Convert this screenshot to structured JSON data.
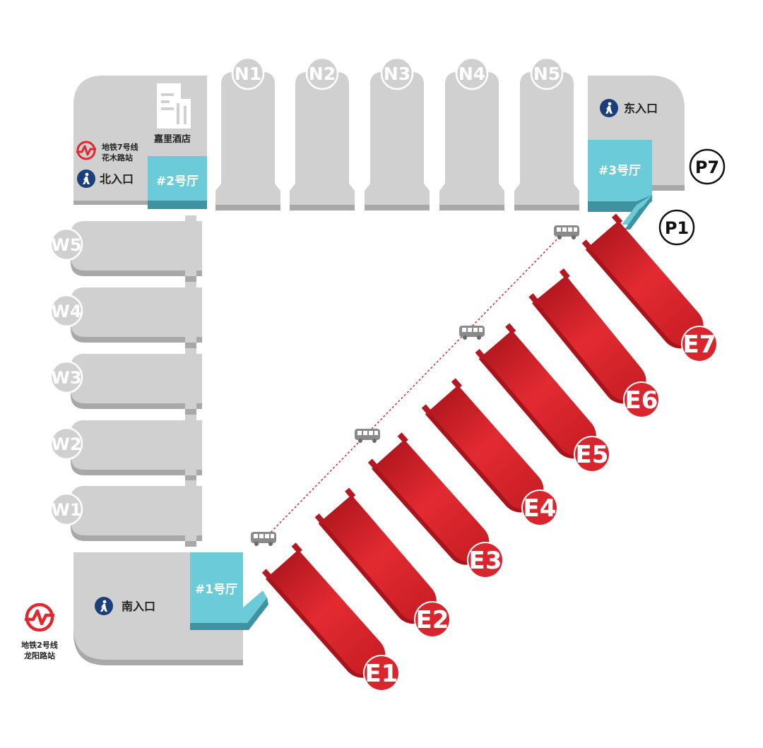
{
  "north_halls": [
    {
      "label": "N1"
    },
    {
      "label": "N2"
    },
    {
      "label": "N3"
    },
    {
      "label": "N4"
    },
    {
      "label": "N5"
    }
  ],
  "west_halls": [
    {
      "label": "W5"
    },
    {
      "label": "W4"
    },
    {
      "label": "W3"
    },
    {
      "label": "W2"
    },
    {
      "label": "W1"
    }
  ],
  "east_halls": [
    {
      "label": "E1"
    },
    {
      "label": "E2"
    },
    {
      "label": "E3"
    },
    {
      "label": "E4"
    },
    {
      "label": "E5"
    },
    {
      "label": "E6"
    },
    {
      "label": "E7"
    }
  ],
  "lobbies": {
    "hall1": "#1号厅",
    "hall2": "#2号厅",
    "hall3": "#3号厅"
  },
  "entrances": {
    "north": "北入口",
    "east": "东入口",
    "south": "南入口"
  },
  "hotel": {
    "label": "嘉里酒店",
    "icon": "building-icon"
  },
  "metro": {
    "line7": {
      "line1": "地铁7号线",
      "line2": "花木路站",
      "icon": "metro-logo-icon"
    },
    "line2": {
      "line1": "地铁2号线",
      "line2": "龙阳路站",
      "icon": "metro-logo-icon"
    }
  },
  "parking": {
    "p1": "P1",
    "p7": "P7"
  },
  "shuttle": {
    "icon": "bus-icon",
    "route": "shuttle-bus-route"
  },
  "colors": {
    "hall_gray": "#d0d0d0",
    "hall_gray_shadow": "#a8a8a8",
    "label_white": "#ffffff",
    "east_red": "#d9262e",
    "east_red_dark": "#a8141b",
    "lobby_cyan": "#6ccbd8",
    "lobby_cyan_dark": "#3f93a0",
    "entrance_blue": "#1b3f7a",
    "metro_red": "#e0292f"
  }
}
